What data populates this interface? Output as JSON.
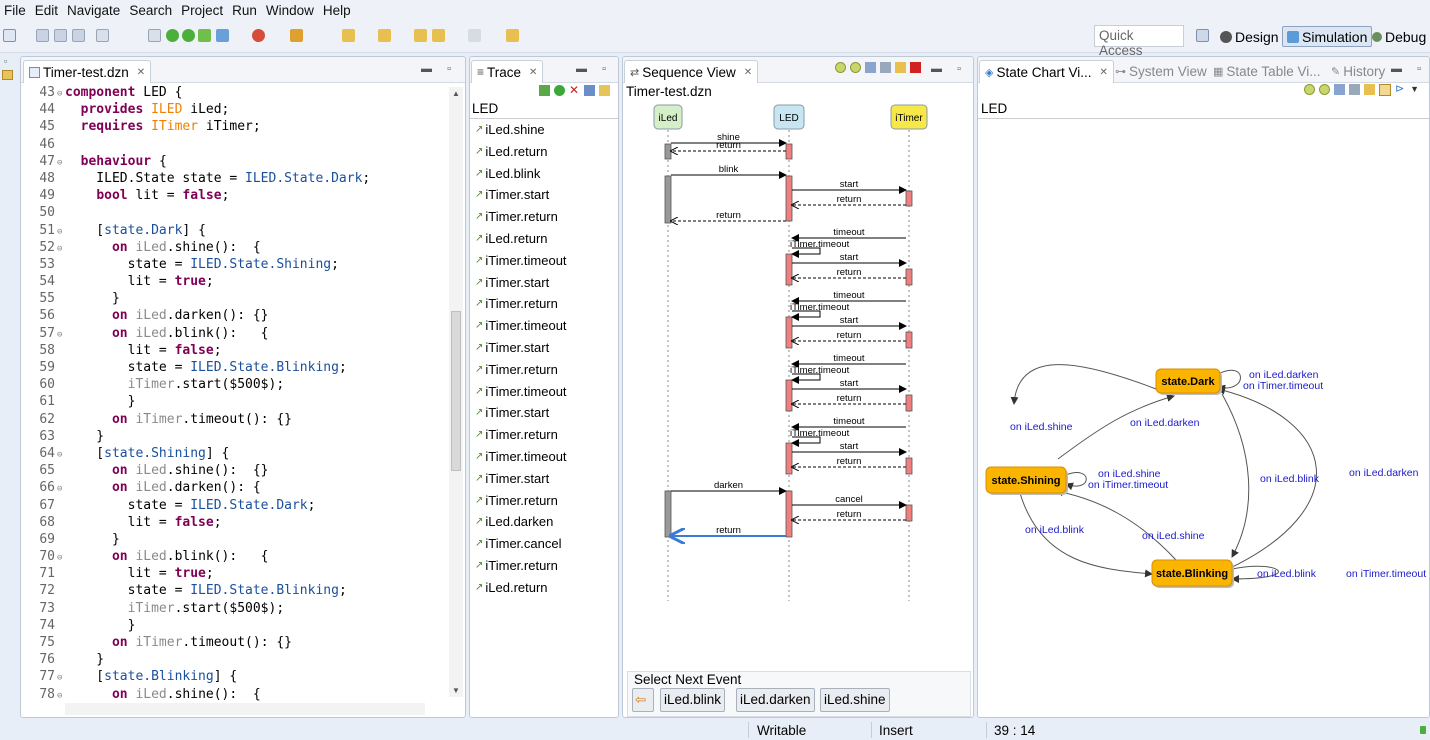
{
  "menu": [
    "File",
    "Edit",
    "Navigate",
    "Search",
    "Project",
    "Run",
    "Window",
    "Help"
  ],
  "quick_access": "Quick Access",
  "perspectives": {
    "design": "Design",
    "simulation": "Simulation",
    "debug": "Debug"
  },
  "editor": {
    "tab": "Timer-test.dzn"
  },
  "code_lines": [
    {
      "n": "43",
      "f": "⊖",
      "t": [
        [
          "kw",
          "component "
        ],
        [
          "",
          "LED {"
        ]
      ]
    },
    {
      "n": "44",
      "f": "",
      "t": [
        [
          "",
          "  "
        ],
        [
          "kw",
          "provides "
        ],
        [
          "ty",
          "ILED "
        ],
        [
          "",
          "iLed;"
        ]
      ]
    },
    {
      "n": "45",
      "f": "",
      "t": [
        [
          "",
          "  "
        ],
        [
          "kw",
          "requires "
        ],
        [
          "ty",
          "ITimer "
        ],
        [
          "",
          "iTimer;"
        ]
      ]
    },
    {
      "n": "46",
      "f": "",
      "t": []
    },
    {
      "n": "47",
      "f": "⊖",
      "t": [
        [
          "",
          "  "
        ],
        [
          "kw",
          "behaviour "
        ],
        [
          "",
          "{"
        ]
      ]
    },
    {
      "n": "48",
      "f": "",
      "t": [
        [
          "",
          "    ILED.State state = "
        ],
        [
          "st",
          "ILED.State.Dark"
        ],
        [
          "",
          ";"
        ]
      ]
    },
    {
      "n": "49",
      "f": "",
      "t": [
        [
          "",
          "    "
        ],
        [
          "kw",
          "bool "
        ],
        [
          "",
          "lit = "
        ],
        [
          "kw",
          "false"
        ],
        [
          "",
          ";"
        ]
      ]
    },
    {
      "n": "50",
      "f": "",
      "t": []
    },
    {
      "n": "51",
      "f": "⊖",
      "t": [
        [
          "",
          "    ["
        ],
        [
          "st",
          "state.Dark"
        ],
        [
          "",
          "] {"
        ]
      ]
    },
    {
      "n": "52",
      "f": "⊖",
      "t": [
        [
          "",
          "      "
        ],
        [
          "kw",
          "on "
        ],
        [
          "vs",
          "iLed"
        ],
        [
          "",
          ".shine():  {"
        ]
      ]
    },
    {
      "n": "53",
      "f": "",
      "t": [
        [
          "",
          "        state = "
        ],
        [
          "st",
          "ILED.State.Shining"
        ],
        [
          "",
          ";"
        ]
      ]
    },
    {
      "n": "54",
      "f": "",
      "t": [
        [
          "",
          "        lit = "
        ],
        [
          "kw",
          "true"
        ],
        [
          "",
          ";"
        ]
      ]
    },
    {
      "n": "55",
      "f": "",
      "t": [
        [
          "",
          "      }"
        ]
      ]
    },
    {
      "n": "56",
      "f": "",
      "t": [
        [
          "",
          "      "
        ],
        [
          "kw",
          "on "
        ],
        [
          "vs",
          "iLed"
        ],
        [
          "",
          ".darken(): {}"
        ]
      ]
    },
    {
      "n": "57",
      "f": "⊖",
      "t": [
        [
          "",
          "      "
        ],
        [
          "kw",
          "on "
        ],
        [
          "vs",
          "iLed"
        ],
        [
          "",
          ".blink():   {"
        ]
      ]
    },
    {
      "n": "58",
      "f": "",
      "t": [
        [
          "",
          "        lit = "
        ],
        [
          "kw",
          "false"
        ],
        [
          "",
          ";"
        ]
      ]
    },
    {
      "n": "59",
      "f": "",
      "t": [
        [
          "",
          "        state = "
        ],
        [
          "st",
          "ILED.State.Blinking"
        ],
        [
          "",
          ";"
        ]
      ]
    },
    {
      "n": "60",
      "f": "",
      "t": [
        [
          "",
          "        "
        ],
        [
          "vs",
          "iTimer"
        ],
        [
          "",
          ".start($500$);"
        ]
      ]
    },
    {
      "n": "61",
      "f": "",
      "t": [
        [
          "",
          "        }"
        ]
      ]
    },
    {
      "n": "62",
      "f": "",
      "t": [
        [
          "",
          "      "
        ],
        [
          "kw",
          "on "
        ],
        [
          "vs",
          "iTimer"
        ],
        [
          "",
          ".timeout(): {}"
        ]
      ]
    },
    {
      "n": "63",
      "f": "",
      "t": [
        [
          "",
          "    }"
        ]
      ]
    },
    {
      "n": "64",
      "f": "⊖",
      "t": [
        [
          "",
          "    ["
        ],
        [
          "st",
          "state.Shining"
        ],
        [
          "",
          "] {"
        ]
      ]
    },
    {
      "n": "65",
      "f": "",
      "t": [
        [
          "",
          "      "
        ],
        [
          "kw",
          "on "
        ],
        [
          "vs",
          "iLed"
        ],
        [
          "",
          ".shine():  {}"
        ]
      ]
    },
    {
      "n": "66",
      "f": "⊖",
      "t": [
        [
          "",
          "      "
        ],
        [
          "kw",
          "on "
        ],
        [
          "vs",
          "iLed"
        ],
        [
          "",
          ".darken(): {"
        ]
      ]
    },
    {
      "n": "67",
      "f": "",
      "t": [
        [
          "",
          "        state = "
        ],
        [
          "st",
          "ILED.State.Dark"
        ],
        [
          "",
          ";"
        ]
      ]
    },
    {
      "n": "68",
      "f": "",
      "t": [
        [
          "",
          "        lit = "
        ],
        [
          "kw",
          "false"
        ],
        [
          "",
          ";"
        ]
      ]
    },
    {
      "n": "69",
      "f": "",
      "t": [
        [
          "",
          "      }"
        ]
      ]
    },
    {
      "n": "70",
      "f": "⊖",
      "t": [
        [
          "",
          "      "
        ],
        [
          "kw",
          "on "
        ],
        [
          "vs",
          "iLed"
        ],
        [
          "",
          ".blink():   {"
        ]
      ]
    },
    {
      "n": "71",
      "f": "",
      "t": [
        [
          "",
          "        lit = "
        ],
        [
          "kw",
          "true"
        ],
        [
          "",
          ";"
        ]
      ]
    },
    {
      "n": "72",
      "f": "",
      "t": [
        [
          "",
          "        state = "
        ],
        [
          "st",
          "ILED.State.Blinking"
        ],
        [
          "",
          ";"
        ]
      ]
    },
    {
      "n": "73",
      "f": "",
      "t": [
        [
          "",
          "        "
        ],
        [
          "vs",
          "iTimer"
        ],
        [
          "",
          ".start($500$);"
        ]
      ]
    },
    {
      "n": "74",
      "f": "",
      "t": [
        [
          "",
          "        }"
        ]
      ]
    },
    {
      "n": "75",
      "f": "",
      "t": [
        [
          "",
          "      "
        ],
        [
          "kw",
          "on "
        ],
        [
          "vs",
          "iTimer"
        ],
        [
          "",
          ".timeout(): {}"
        ]
      ]
    },
    {
      "n": "76",
      "f": "",
      "t": [
        [
          "",
          "    }"
        ]
      ]
    },
    {
      "n": "77",
      "f": "⊖",
      "t": [
        [
          "",
          "    ["
        ],
        [
          "st",
          "state.Blinking"
        ],
        [
          "",
          "] {"
        ]
      ]
    },
    {
      "n": "78",
      "f": "⊖",
      "t": [
        [
          "",
          "      "
        ],
        [
          "kw",
          "on "
        ],
        [
          "vs",
          "iLed"
        ],
        [
          "",
          ".shine():  {"
        ]
      ]
    }
  ],
  "trace": {
    "tab": "Trace",
    "header": "LED",
    "items": [
      "iLed.shine",
      "iLed.return",
      "iLed.blink",
      "iTimer.start",
      "iTimer.return",
      "iLed.return",
      "iTimer.timeout",
      "iTimer.start",
      "iTimer.return",
      "iTimer.timeout",
      "iTimer.start",
      "iTimer.return",
      "iTimer.timeout",
      "iTimer.start",
      "iTimer.return",
      "iTimer.timeout",
      "iTimer.start",
      "iTimer.return",
      "iLed.darken",
      "iTimer.cancel",
      "iTimer.return",
      "iLed.return"
    ]
  },
  "sequence": {
    "tab": "Sequence View",
    "file": "Timer-test.dzn",
    "lifelines": [
      {
        "name": "iLed",
        "color": "#d5f0c8"
      },
      {
        "name": "LED",
        "color": "#c8e6f2"
      },
      {
        "name": "iTimer",
        "color": "#f7e84a"
      }
    ],
    "messages": [
      {
        "label": "shine",
        "from": "iLed",
        "to": "LED",
        "row": 1
      },
      {
        "label": "return",
        "from": "LED",
        "to": "iLed",
        "row": 2,
        "dashed": true
      },
      {
        "label": "blink",
        "from": "iLed",
        "to": "LED",
        "row": 3
      },
      {
        "label": "start",
        "from": "LED",
        "to": "iTimer",
        "row": 4
      },
      {
        "label": "return",
        "from": "iTimer",
        "to": "LED",
        "row": 5,
        "dashed": true
      },
      {
        "label": "return",
        "from": "LED",
        "to": "iLed",
        "row": 6,
        "dashed": true
      },
      {
        "label": "timeout",
        "from": "iTimer",
        "to": "LED",
        "row": 7
      },
      {
        "label": "iTimer.timeout",
        "from": "LED",
        "to": "LED",
        "row": 8,
        "self": true
      },
      {
        "label": "start",
        "from": "LED",
        "to": "iTimer",
        "row": 9
      },
      {
        "label": "return",
        "from": "iTimer",
        "to": "LED",
        "row": 10,
        "dashed": true
      },
      {
        "label": "timeout",
        "from": "iTimer",
        "to": "LED",
        "row": 11
      },
      {
        "label": "iTimer.timeout",
        "from": "LED",
        "to": "LED",
        "row": 12,
        "self": true
      },
      {
        "label": "start",
        "from": "LED",
        "to": "iTimer",
        "row": 13
      },
      {
        "label": "return",
        "from": "iTimer",
        "to": "LED",
        "row": 14,
        "dashed": true
      },
      {
        "label": "timeout",
        "from": "iTimer",
        "to": "LED",
        "row": 15
      },
      {
        "label": "iTimer.timeout",
        "from": "LED",
        "to": "LED",
        "row": 16,
        "self": true
      },
      {
        "label": "start",
        "from": "LED",
        "to": "iTimer",
        "row": 17
      },
      {
        "label": "return",
        "from": "iTimer",
        "to": "LED",
        "row": 18,
        "dashed": true
      },
      {
        "label": "timeout",
        "from": "iTimer",
        "to": "LED",
        "row": 19
      },
      {
        "label": "iTimer.timeout",
        "from": "LED",
        "to": "LED",
        "row": 20,
        "self": true
      },
      {
        "label": "start",
        "from": "LED",
        "to": "iTimer",
        "row": 21
      },
      {
        "label": "return",
        "from": "iTimer",
        "to": "LED",
        "row": 22,
        "dashed": true
      },
      {
        "label": "darken",
        "from": "iLed",
        "to": "LED",
        "row": 23
      },
      {
        "label": "cancel",
        "from": "LED",
        "to": "iTimer",
        "row": 24
      },
      {
        "label": "return",
        "from": "iTimer",
        "to": "LED",
        "row": 25,
        "dashed": true
      },
      {
        "label": "return",
        "from": "LED",
        "to": "iLed",
        "row": 26,
        "dashed": true,
        "highlight": true
      }
    ],
    "select_next_label": "Select Next Event",
    "next_events": [
      "iLed.blink",
      "iLed.darken",
      "iLed.shine"
    ]
  },
  "state_chart": {
    "tabs": [
      "State Chart Vi...",
      "System View",
      "State Table Vi...",
      "History"
    ],
    "header": "LED",
    "states": [
      "state.Dark",
      "state.Shining",
      "state.Blinking"
    ],
    "labels": {
      "dark_self": [
        "on iLed.darken",
        "on iTimer.timeout"
      ],
      "shining_self": [
        "on iLed.shine",
        "on iTimer.timeout"
      ],
      "blinking_self": [
        "on iLed.blink",
        "on iTimer.timeout"
      ],
      "dark_to_shining": "on iLed.shine",
      "shining_to_dark": "on iLed.darken",
      "dark_to_blinking": "on iLed.blink",
      "blinking_to_dark": "on iLed.darken",
      "shining_to_blinking": "on iLed.blink",
      "blinking_to_shining": "on iLed.shine"
    },
    "state_color": "#fbb400"
  },
  "status": {
    "writable": "Writable",
    "insert": "Insert",
    "position": "39 : 14"
  }
}
